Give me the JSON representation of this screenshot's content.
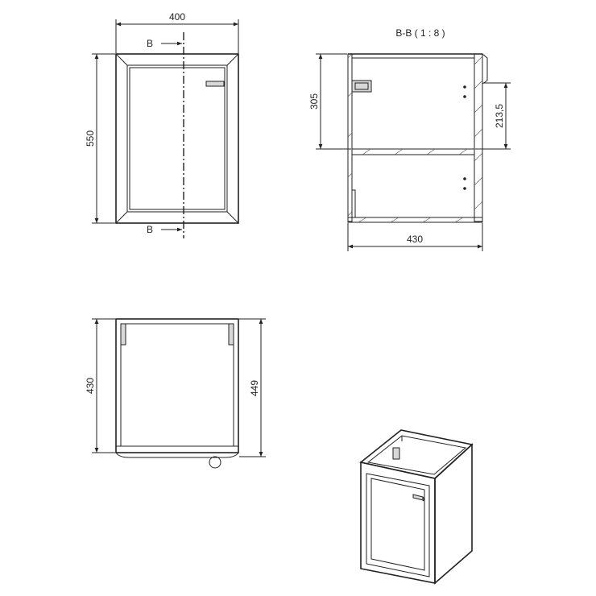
{
  "front_view": {
    "width_label": "400",
    "height_label": "550",
    "section_marker_top": "B",
    "section_marker_bottom": "B"
  },
  "section_view": {
    "title": "B-B ( 1 : 8 )",
    "height_label": "305",
    "shelf_label": "213,5",
    "depth_label": "430"
  },
  "top_view": {
    "inner_depth_label": "430",
    "outer_depth_label": "449"
  }
}
